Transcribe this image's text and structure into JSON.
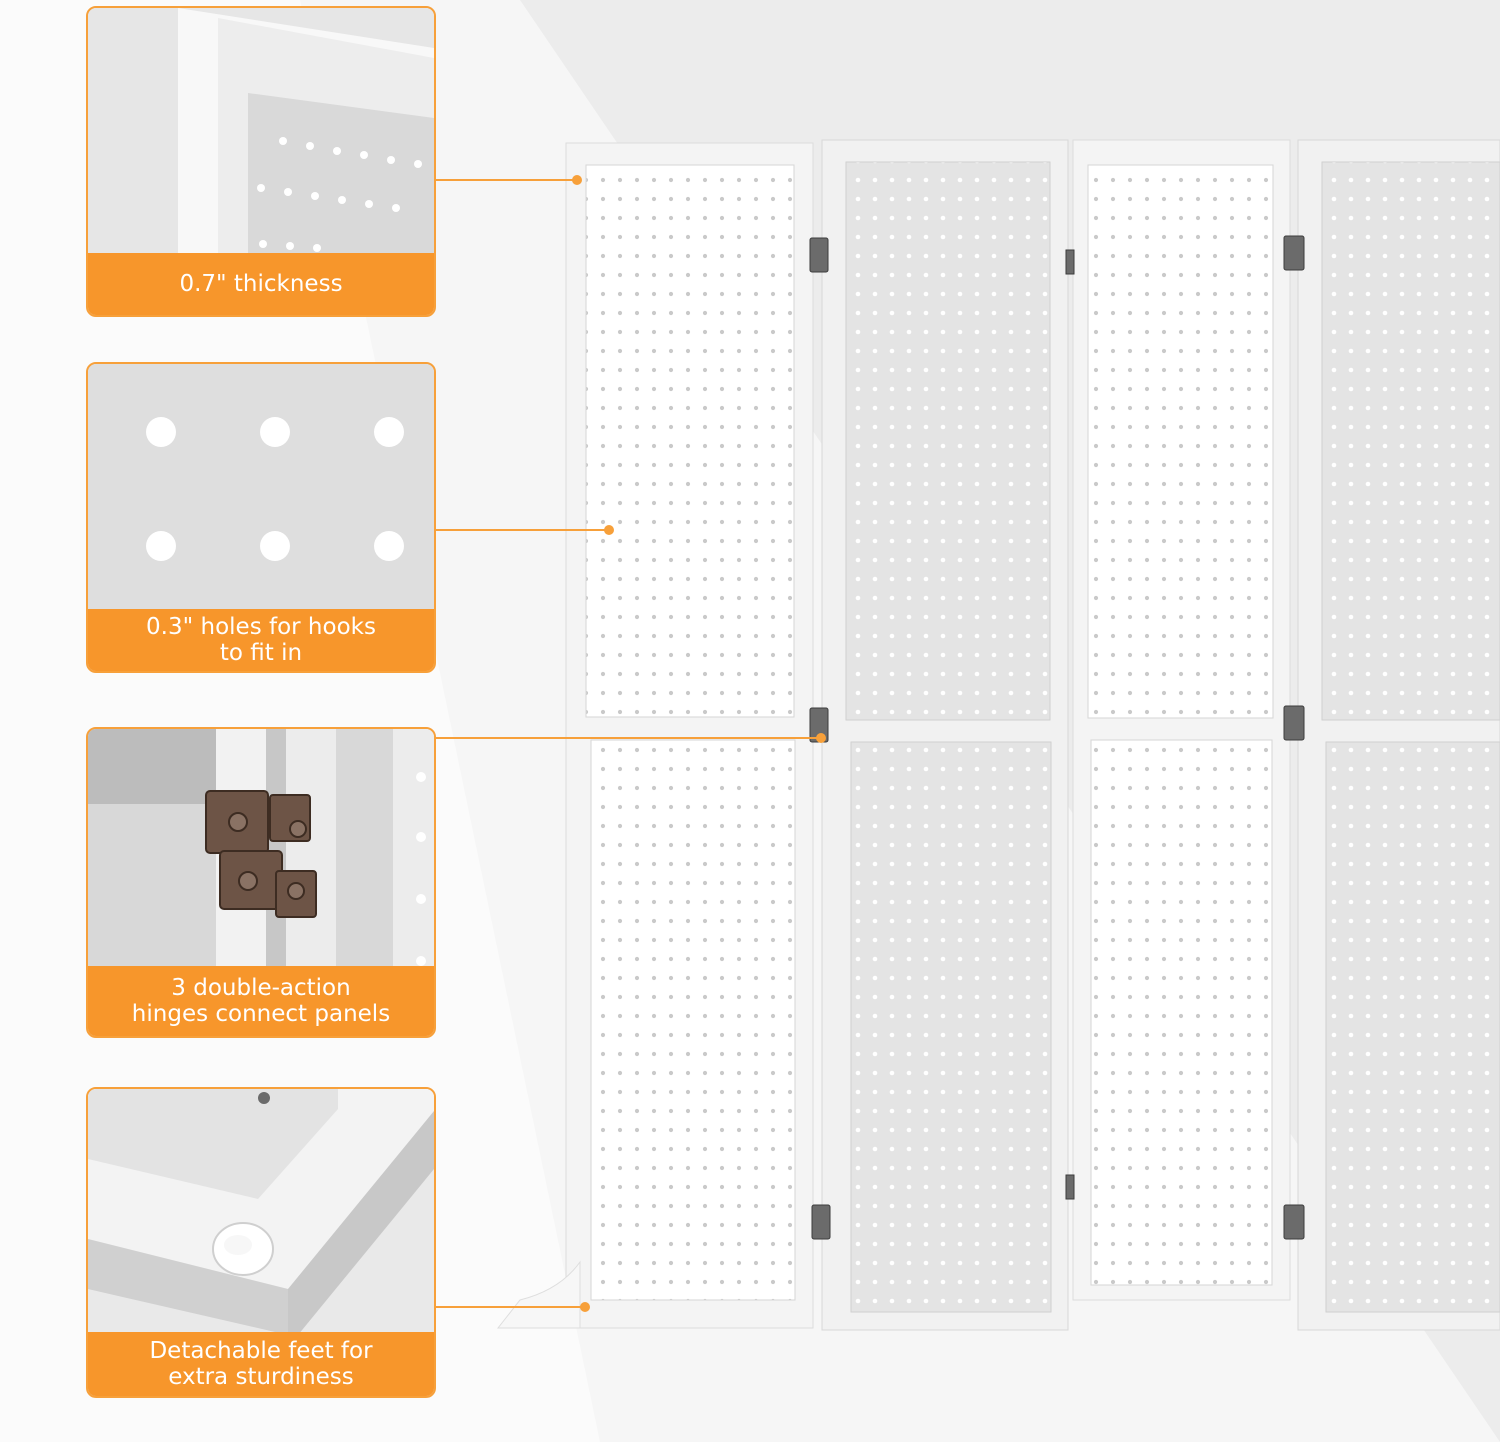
{
  "callouts": [
    {
      "lines": [
        "0.7\" thickness"
      ]
    },
    {
      "lines": [
        "0.3\" holes for hooks",
        "to fit in"
      ]
    },
    {
      "lines": [
        "3 double-action",
        "hinges connect panels"
      ]
    },
    {
      "lines": [
        "Detachable feet for",
        "extra sturdiness"
      ]
    }
  ],
  "colors": {
    "accent": "#f7962b",
    "panel": "#ffffff",
    "background": "#ececec",
    "hinge": "#5a4a3f"
  },
  "icons": [
    "hinge-icon",
    "foot-bumper-icon"
  ]
}
